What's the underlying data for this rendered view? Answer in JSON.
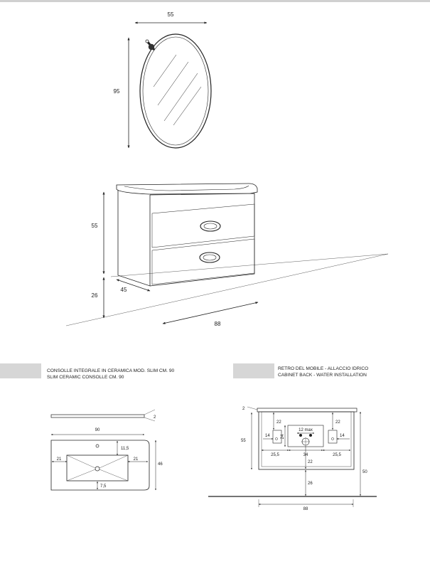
{
  "mirror": {
    "width": "55",
    "height": "95"
  },
  "cabinet": {
    "height": "55",
    "depth": "45",
    "base_height": "26",
    "width": "88"
  },
  "console_section": {
    "caption_it": "CONSOLLE INTEGRALE IN CERAMICA MOD. SLIM CM. 90",
    "caption_en": "SLIM CERAMIC CONSOLLE CM. 90",
    "thickness": "2",
    "width": "90",
    "depth": "46",
    "edge_left": "21",
    "edge_right": "21",
    "edge_top": "11,5",
    "edge_bottom": "7,5"
  },
  "back_section": {
    "caption_it": "RETRO DEL MOBILE - ALLACCIO IDRICO",
    "caption_en": "CABINET BACK - WATER INSTALLATION",
    "top_thickness": "2",
    "height": "55",
    "height_from_floor": "50",
    "left_box_height": "22",
    "right_box_height": "22",
    "left_box_width": "14",
    "right_box_width": "14",
    "supply_max": "12 max",
    "supply_height": "24",
    "side_left": "25,5",
    "center": "34",
    "side_right": "25,5",
    "drain_level": "22",
    "drain_floor": "26",
    "width": "88"
  }
}
